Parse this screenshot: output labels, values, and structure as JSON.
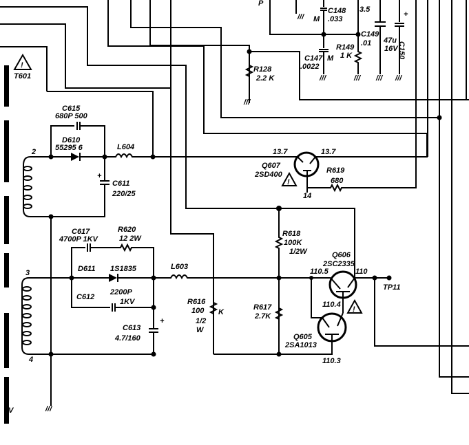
{
  "schematic": {
    "transformer": {
      "ref": "T601",
      "pins": [
        "2",
        "3",
        "4"
      ],
      "bottom_label": "V"
    },
    "components": {
      "c615": {
        "ref": "C615",
        "value": "680P 500"
      },
      "d610": {
        "ref": "D610",
        "value": "55295 6"
      },
      "l604": {
        "ref": "L604"
      },
      "c611": {
        "ref": "C611",
        "value": "220/25"
      },
      "c617": {
        "ref": "C617",
        "value": "4700P 1KV"
      },
      "r620": {
        "ref": "R620",
        "value": "12  2W"
      },
      "d611": {
        "ref": "D611",
        "value": "1S1835"
      },
      "l603": {
        "ref": "L603"
      },
      "c612": {
        "ref": "C612",
        "value": "2200P",
        "rating": "1KV"
      },
      "c613": {
        "ref": "C613",
        "value": "4.7/160"
      },
      "r616": {
        "ref": "R616",
        "value": "100",
        "unit": "K",
        "power1": "1/2",
        "power2": "W"
      },
      "r618": {
        "ref": "R618",
        "value": "100K",
        "power": "1/2W"
      },
      "r617": {
        "ref": "R617",
        "value": "2.7K"
      },
      "q607": {
        "ref": "Q607",
        "part": "2SD400",
        "v_left": "13.7",
        "v_right": "13.7",
        "v_bottom": "14"
      },
      "r619": {
        "ref": "R619",
        "value": "680"
      },
      "q606": {
        "ref": "Q606",
        "part": "2SC2335",
        "v_left": "110.5",
        "v_right": "110",
        "v_bottom": "110.4"
      },
      "q605": {
        "ref": "Q605",
        "part": "2SA1013",
        "v_bottom": "110.3"
      },
      "tp11": {
        "ref": "TP11"
      },
      "r128": {
        "ref": "R128",
        "value": "2.2 K"
      },
      "c148": {
        "ref": "C148",
        "value": ".033",
        "mark": "M"
      },
      "c147": {
        "ref": "C147",
        "value": ".0022",
        "mark": "M"
      },
      "r149": {
        "ref": "R149",
        "value": "1 K"
      },
      "c149": {
        "ref": "C149",
        "value": ".01"
      },
      "c150": {
        "ref": "C150",
        "value": "47u",
        "rating": "16V"
      },
      "top_node": {
        "voltage": "3.5",
        "label": "P"
      }
    }
  }
}
